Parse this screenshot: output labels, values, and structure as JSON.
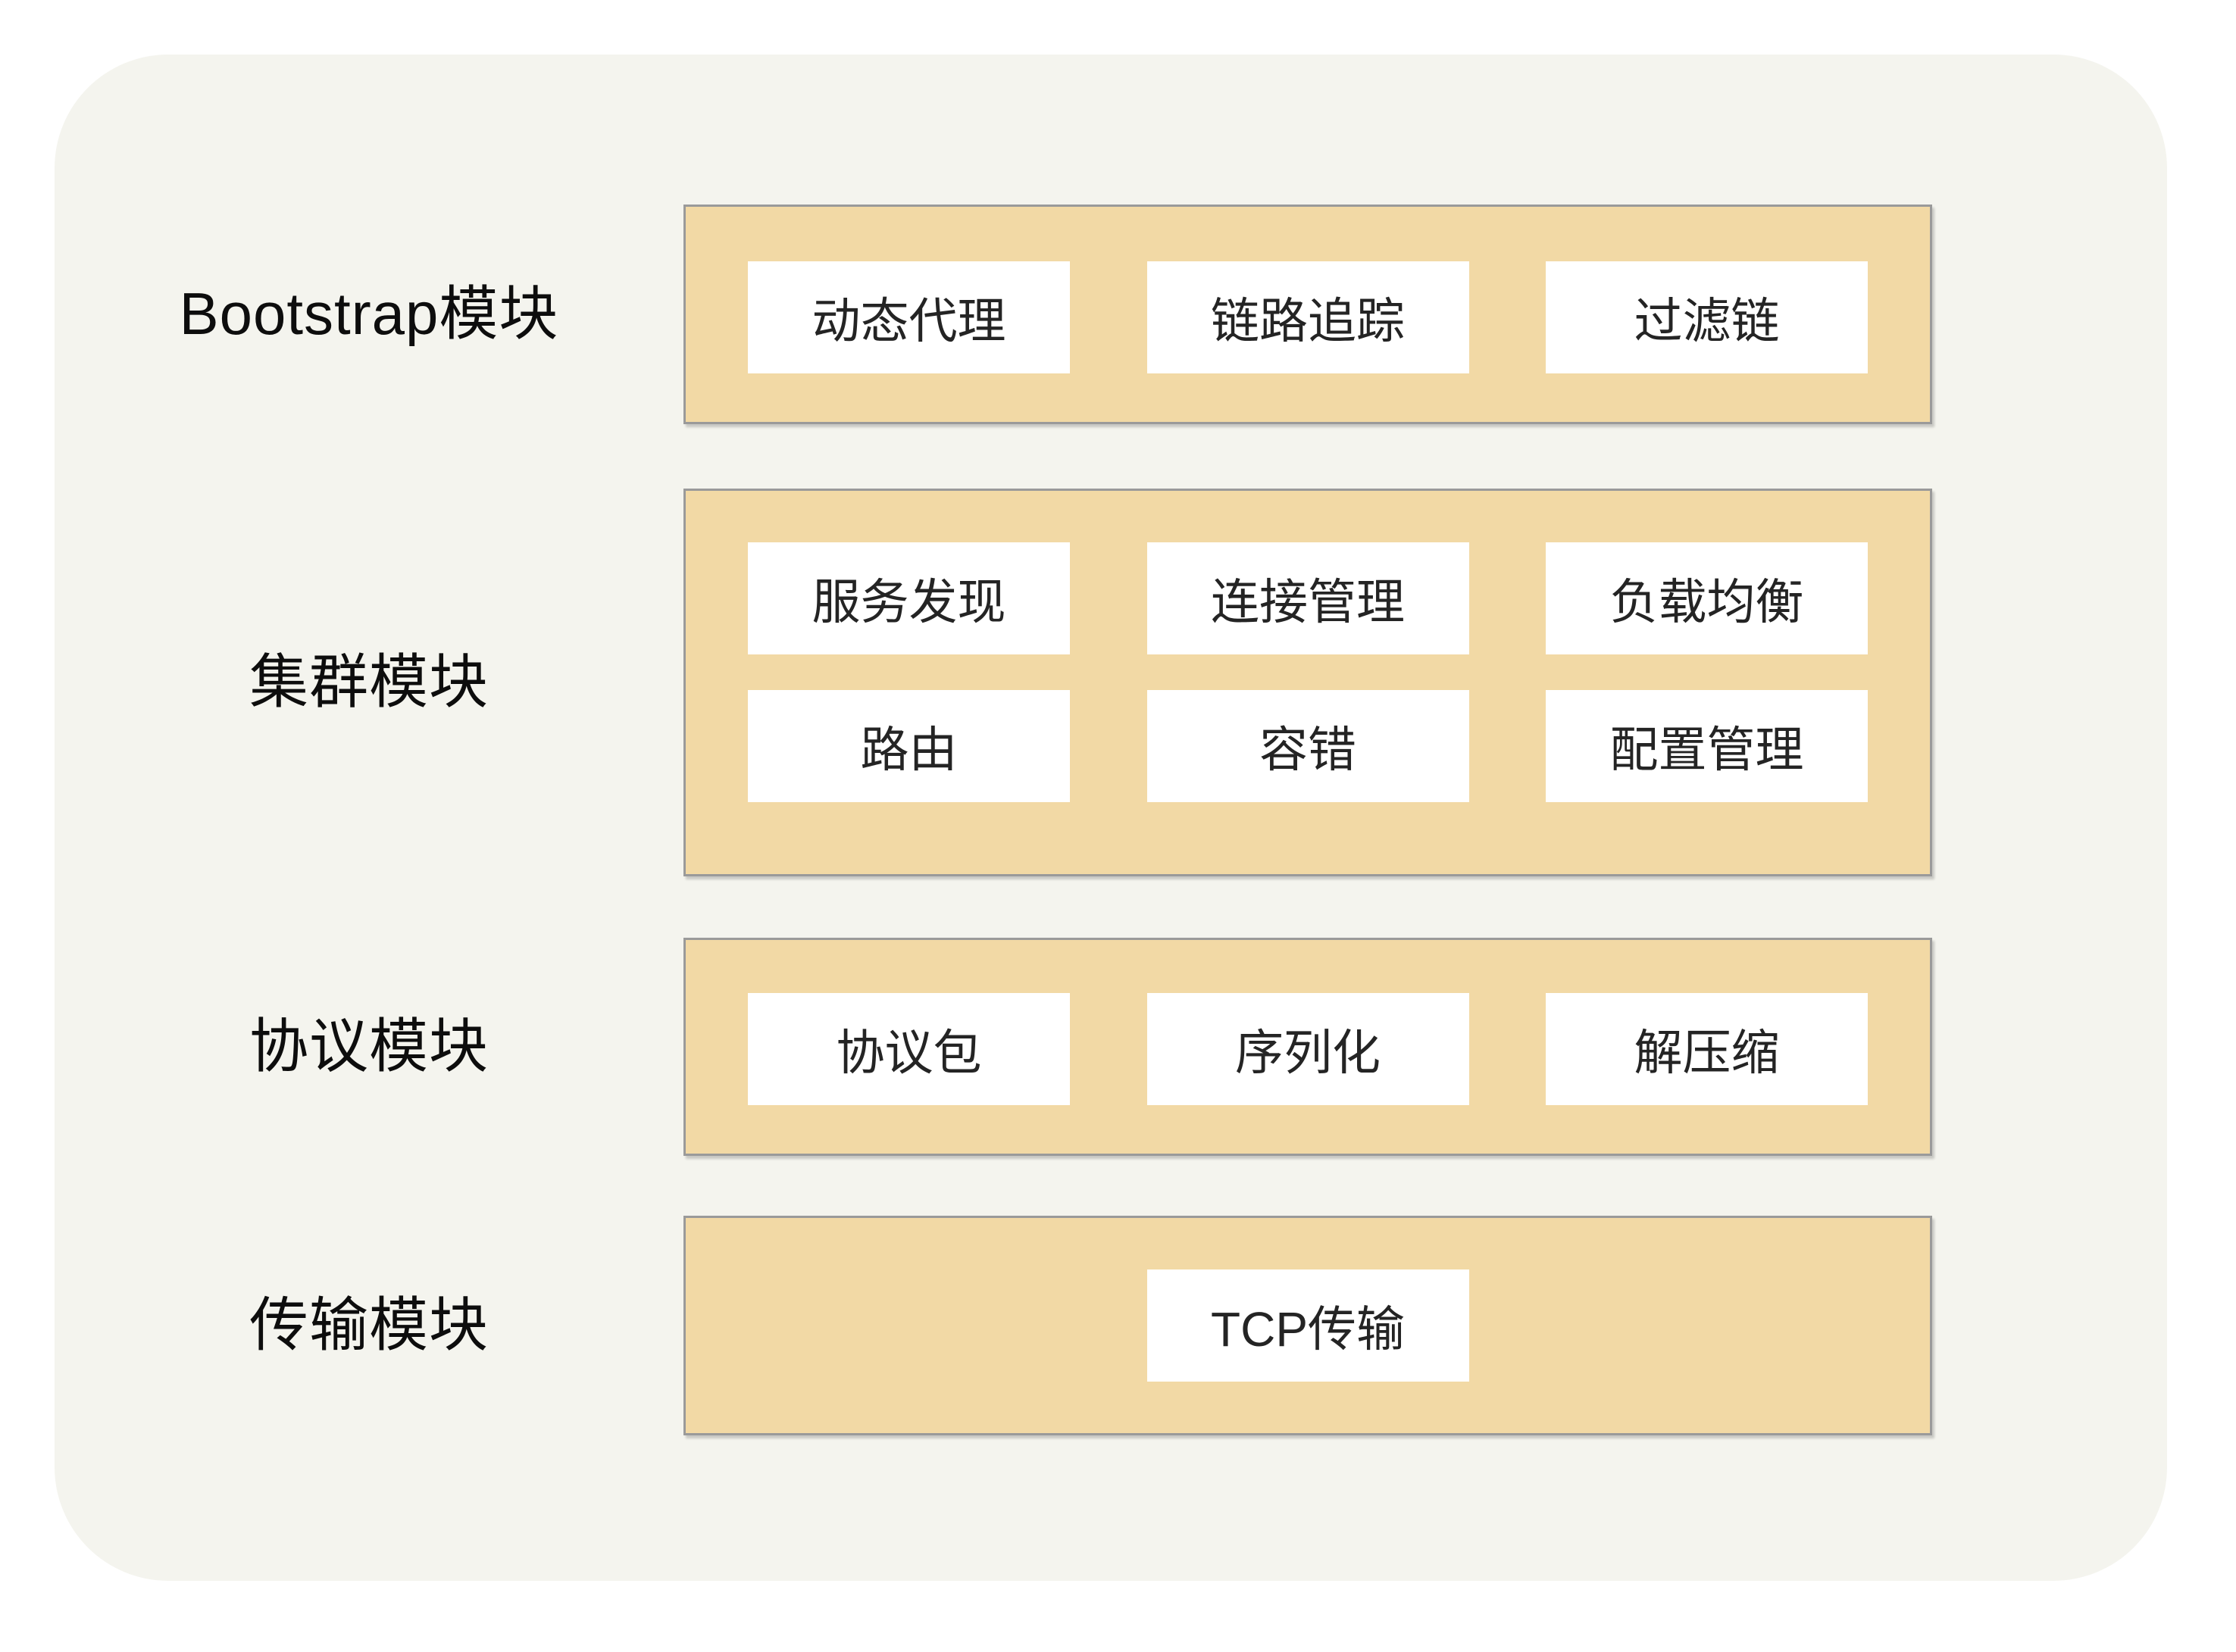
{
  "diagram": {
    "colors": {
      "card_bg": "#f4f4ee",
      "band_fill": "#f2d9a5",
      "band_border": "#9a9a9a",
      "box_bg": "#ffffff",
      "text": "#1c1c1c"
    },
    "rows": [
      {
        "label": "Bootstrap模块",
        "groups": [
          [
            "动态代理",
            "链路追踪",
            "过滤链"
          ]
        ]
      },
      {
        "label": "集群模块",
        "groups": [
          [
            "服务发现",
            "连接管理",
            "负载均衡"
          ],
          [
            "路由",
            "容错",
            "配置管理"
          ]
        ]
      },
      {
        "label": "协议模块",
        "groups": [
          [
            "协议包",
            "序列化",
            "解压缩"
          ]
        ]
      },
      {
        "label": "传输模块",
        "groups": [
          [
            "TCP传输"
          ]
        ]
      }
    ]
  }
}
